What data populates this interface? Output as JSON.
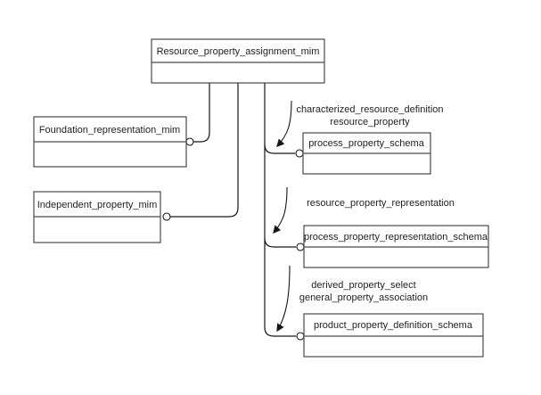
{
  "diagram": {
    "type": "schema-interface-diagram",
    "colors": {
      "background": "#ffffff",
      "box_border": "#4a4a4a",
      "connector": "#161616",
      "text": "#1f1f1f"
    },
    "nodes": [
      {
        "id": "resource_property_assignment_mim",
        "label": "Resource_property_assignment_mim"
      },
      {
        "id": "foundation_representation_mim",
        "label": "Foundation_representation_mim"
      },
      {
        "id": "independent_property_mim",
        "label": "Independent_property_mim"
      },
      {
        "id": "process_property_schema",
        "label": "process_property_schema"
      },
      {
        "id": "process_property_representation_schema",
        "label": "process_property_representation_schema"
      },
      {
        "id": "product_property_definition_schema",
        "label": "product_property_definition_schema"
      }
    ],
    "edge_labels": [
      {
        "lines": [
          "characterized_resource_definition",
          "resource_property"
        ]
      },
      {
        "lines": [
          "resource_property_representation"
        ]
      },
      {
        "lines": [
          "derived_property_select",
          "general_property_association"
        ]
      }
    ]
  }
}
